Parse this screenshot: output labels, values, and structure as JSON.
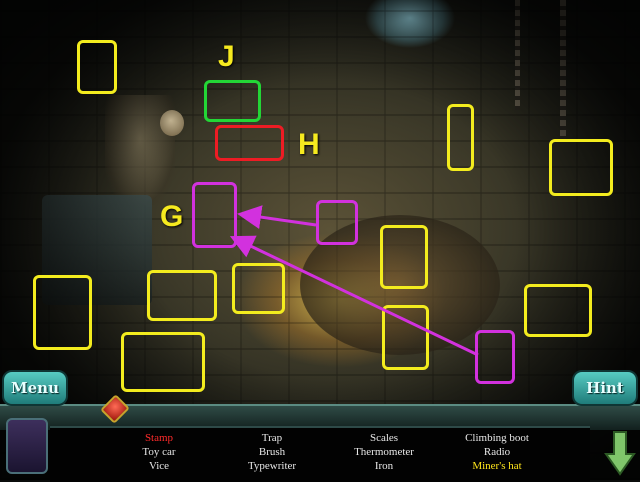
{
  "scene": {
    "letters": {
      "j": "J",
      "h": "H",
      "g": "G"
    }
  },
  "buttons": {
    "menu": "Menu",
    "hint": "Hint"
  },
  "item_list": [
    {
      "label": "Stamp",
      "state": "found"
    },
    {
      "label": "Trap",
      "state": "normal"
    },
    {
      "label": "Scales",
      "state": "normal"
    },
    {
      "label": "Climbing boot",
      "state": "normal"
    },
    {
      "label": "Toy car",
      "state": "normal"
    },
    {
      "label": "Brush",
      "state": "normal"
    },
    {
      "label": "Thermometer",
      "state": "normal"
    },
    {
      "label": "Radio",
      "state": "normal"
    },
    {
      "label": "Vice",
      "state": "normal"
    },
    {
      "label": "Typewriter",
      "state": "normal"
    },
    {
      "label": "Iron",
      "state": "normal"
    },
    {
      "label": "Miner's hat",
      "state": "active"
    }
  ],
  "colors": {
    "highlight_item": "#f3ec1e",
    "highlight_found": "#23d636",
    "highlight_wrong": "#ee1c24",
    "highlight_combine": "#d231de",
    "item_found_text": "#ff2b2b",
    "item_active_text": "#ffe61c",
    "button_teal": "#3fa8a2"
  },
  "icons": [
    "journal-icon",
    "gem-icon",
    "down-arrow-icon",
    "arrow-icon"
  ]
}
